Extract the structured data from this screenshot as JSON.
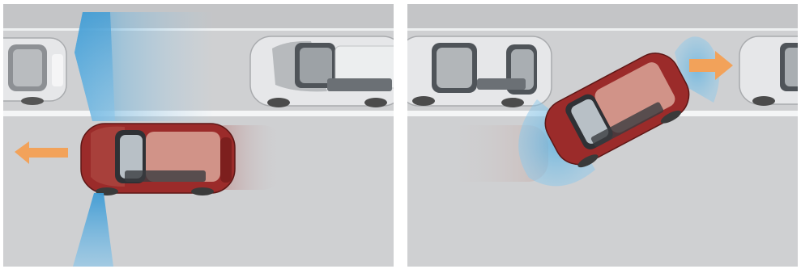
{
  "panels": [
    {
      "id": "left",
      "scene": "parking-space-measurement"
    },
    {
      "id": "right",
      "scene": "reverse-parking-maneuver"
    }
  ],
  "colors": {
    "road": "#d2d3d5",
    "road_far": "#c9cacc",
    "curb": "#eef0f1",
    "sensor_beam": "#4aa3d8",
    "arrow": "#f2a25a",
    "red_car": "#9b2b2a",
    "silver_car": "#e6e7e9"
  }
}
